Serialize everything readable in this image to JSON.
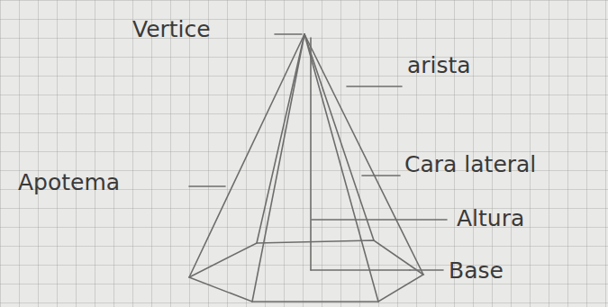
{
  "diagram": {
    "labels": [
      "Vertice",
      "arista",
      "Apotema",
      "Cara lateral",
      "Altura",
      "Base"
    ]
  }
}
